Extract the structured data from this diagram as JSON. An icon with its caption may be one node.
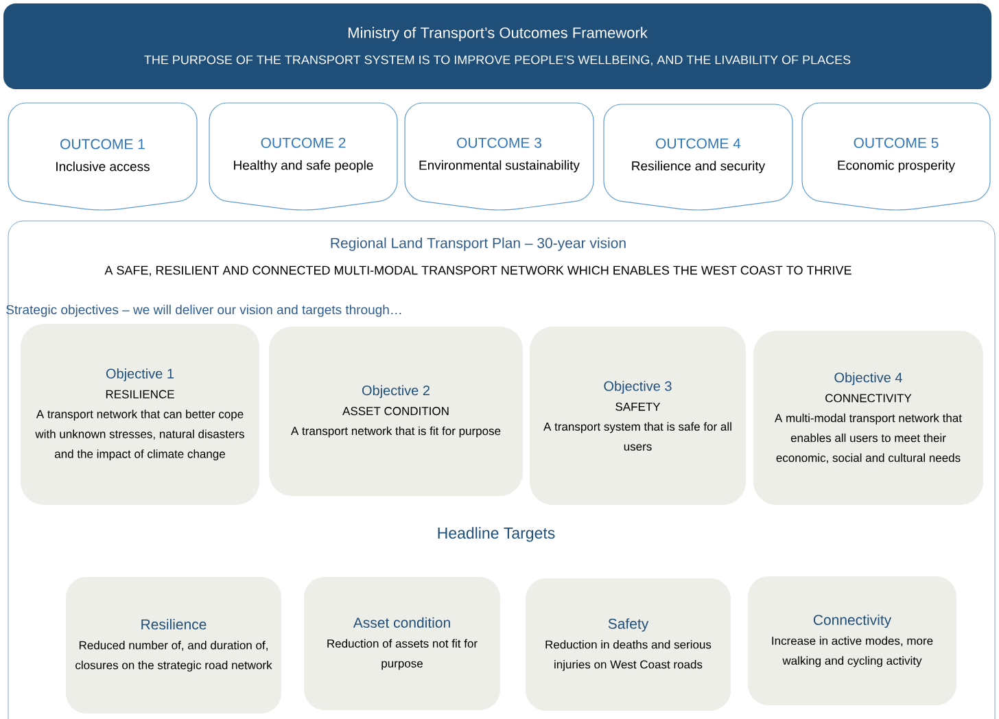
{
  "diagram": {
    "nodes": [
      {
        "text": [
          "Ministry of Transport’s Outcomes Framework",
          "THE PURPOSE OF THE TRANSPORT SYSTEM IS TO IMPROVE PEOPLE’S WELLBEING, AND THE LIVABILITY OF PLACES"
        ]
      },
      {
        "text": [
          "OUTCOME 1",
          "Inclusive access"
        ]
      },
      {
        "text": [
          "OUTCOME 2",
          "Healthy and safe people"
        ]
      },
      {
        "text": [
          "OUTCOME 3",
          "Environmental sustainability"
        ]
      },
      {
        "text": [
          "OUTCOME 4",
          "Resilience and security"
        ]
      },
      {
        "text": [
          "OUTCOME 5",
          "Economic prosperity"
        ]
      },
      {
        "text": [
          "Regional Land Transport Plan – 30-year vision",
          "A SAFE, RESILIENT AND CONNECTED MULTI-MODAL TRANSPORT NETWORK WHICH ENABLES THE WEST COAST TO THRIVE",
          "Strategic objectives – we will deliver our vision and targets through…"
        ]
      },
      {
        "text": [
          "Objective 1",
          "RESILIENCE",
          "A transport network that can better cope with unknown stresses, natural disasters and the impact of climate change"
        ],
        "in": 6
      },
      {
        "text": [
          "Objective 2",
          "ASSET CONDITION",
          "A transport network that is fit for purpose"
        ],
        "in": 6
      },
      {
        "text": [
          "Objective 3",
          "SAFETY",
          "A transport system that is safe for all users"
        ],
        "in": 6
      },
      {
        "text": [
          "Objective 4",
          "CONNECTIVITY",
          "A multi-modal transport network that enables all users to meet their economic, social and cultural needs"
        ],
        "in": 6
      },
      {
        "text": [
          "Resilience",
          "Reduced number of, and duration of, closures on the strategic road network"
        ],
        "in": 6
      },
      {
        "text": [
          "Asset condition",
          "Reduction of assets not fit for purpose"
        ],
        "in": 6
      },
      {
        "text": [
          "Safety",
          "Reduction in deaths and serious injuries on West Coast roads"
        ],
        "in": 6
      },
      {
        "text": [
          "Connectivity",
          "Increase in active modes, more walking and cycling activity"
        ],
        "in": 6
      }
    ],
    "labels": [
      "Headline Targets"
    ]
  }
}
